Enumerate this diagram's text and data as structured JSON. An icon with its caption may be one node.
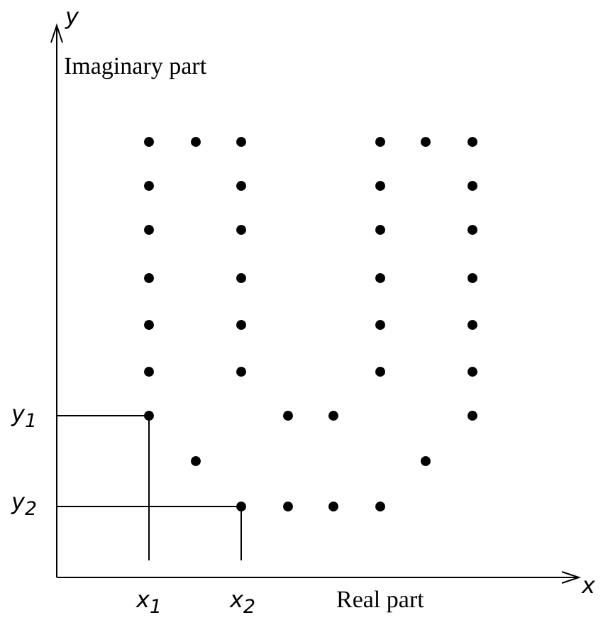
{
  "diagram": {
    "labels": [
      "y",
      "Imaginary part",
      "y$_{1}$",
      "y$_{2}$",
      "x$_{1}$",
      "x$_{2}$",
      "Real part",
      "x"
    ]
  }
}
